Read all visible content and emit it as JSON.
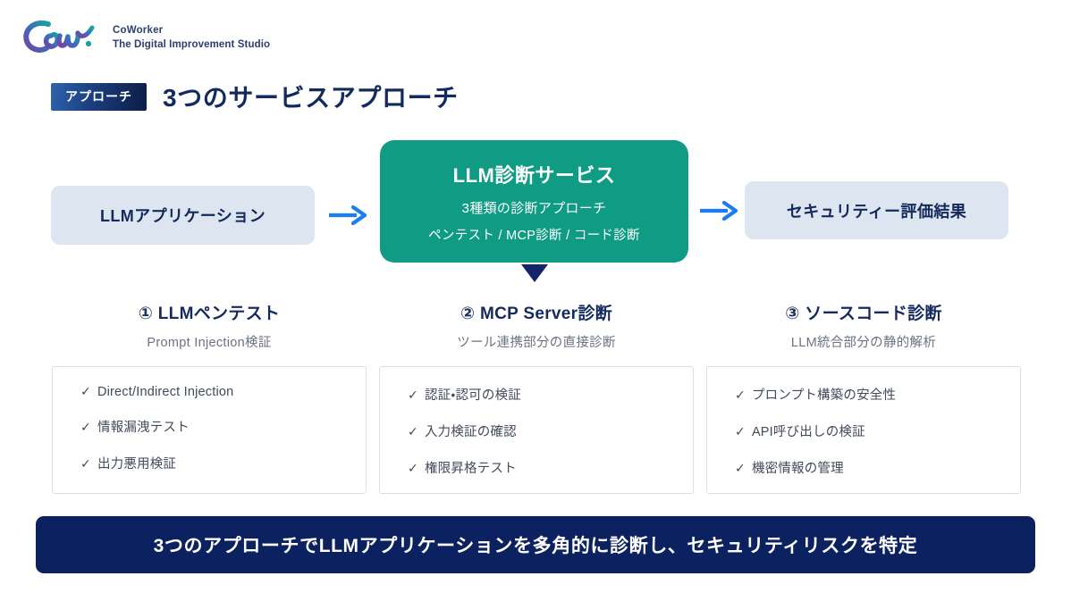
{
  "brand": {
    "logo_icon": "coworker-cow-logo",
    "name": "CoWorker",
    "tagline": "The Digital Improvement Studio",
    "gradient_start": "#7b3fa0",
    "gradient_end": "#16a3a3"
  },
  "title": {
    "badge": "アプローチ",
    "heading": "3つのサービスアプローチ",
    "badge_gradient_start": "#2e63ad",
    "badge_gradient_end": "#0c1c45",
    "heading_color": "#132a5e"
  },
  "flow": {
    "input_box": {
      "label": "LLMアプリケーション",
      "bg": "#dde5f0"
    },
    "arrow_1_icon": "arrow-right-icon",
    "center_box": {
      "title": "LLM診断サービス",
      "subtitle": "3種類の診断アプローチ",
      "detail": "ペンテスト / MCP診断 / コード診断",
      "bg": "#109b84"
    },
    "arrow_2_icon": "arrow-right-icon",
    "output_box": {
      "label": "セキュリティー評価結果",
      "bg": "#dde5f0"
    },
    "down_caret_icon": "caret-down-icon",
    "arrow_color": "#1a7ef0",
    "caret_color": "#13266b"
  },
  "columns": [
    {
      "number": "①",
      "title": "LLMペンテスト",
      "subtitle": "Prompt Injection検証",
      "items": [
        "Direct/Indirect Injection",
        "情報漏洩テスト",
        "出力悪用検証"
      ]
    },
    {
      "number": "②",
      "title": "MCP Server診断",
      "subtitle": "ツール連携部分の直接診断",
      "items": [
        "認証・認可の検証",
        "入力検証の確認",
        "権限昇格テスト"
      ]
    },
    {
      "number": "③",
      "title": "ソースコード診断",
      "subtitle": "LLM統合部分の静的解析",
      "items": [
        "プロンプト構築の安全性",
        "API呼び出しの検証",
        "機密情報の管理"
      ]
    }
  ],
  "check_mark": "✓",
  "banner": {
    "text": "3つのアプローチでLLMアプリケーションを多角的に診断し、セキュリティリスクを特定",
    "bg": "#0c2160"
  }
}
